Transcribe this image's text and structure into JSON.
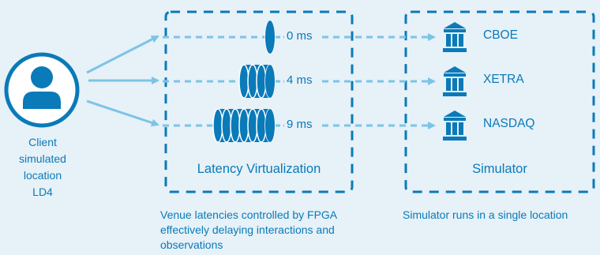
{
  "client": {
    "label_lines": [
      "Client",
      "simulated",
      "location",
      "LD4"
    ]
  },
  "virtualization": {
    "label": "Latency Virtualization",
    "caption": "Venue latencies controlled by FPGA effectively delaying interactions and observations"
  },
  "simulator": {
    "label": "Simulator",
    "caption": "Simulator runs in a single location"
  },
  "routes": [
    {
      "latency": "0 ms",
      "venue": "CBOE",
      "delay_units": 1
    },
    {
      "latency": "4 ms",
      "venue": "XETRA",
      "delay_units": 4
    },
    {
      "latency": "9 ms",
      "venue": "NASDAQ",
      "delay_units": 7
    }
  ],
  "colors": {
    "accent": "#0a7ab8",
    "arrow": "#7cc4e6",
    "background": "#e6f1f8"
  },
  "icons": {
    "client": "user-icon",
    "venue": "bank-building-icon",
    "delay": "disc-stack-icon"
  }
}
